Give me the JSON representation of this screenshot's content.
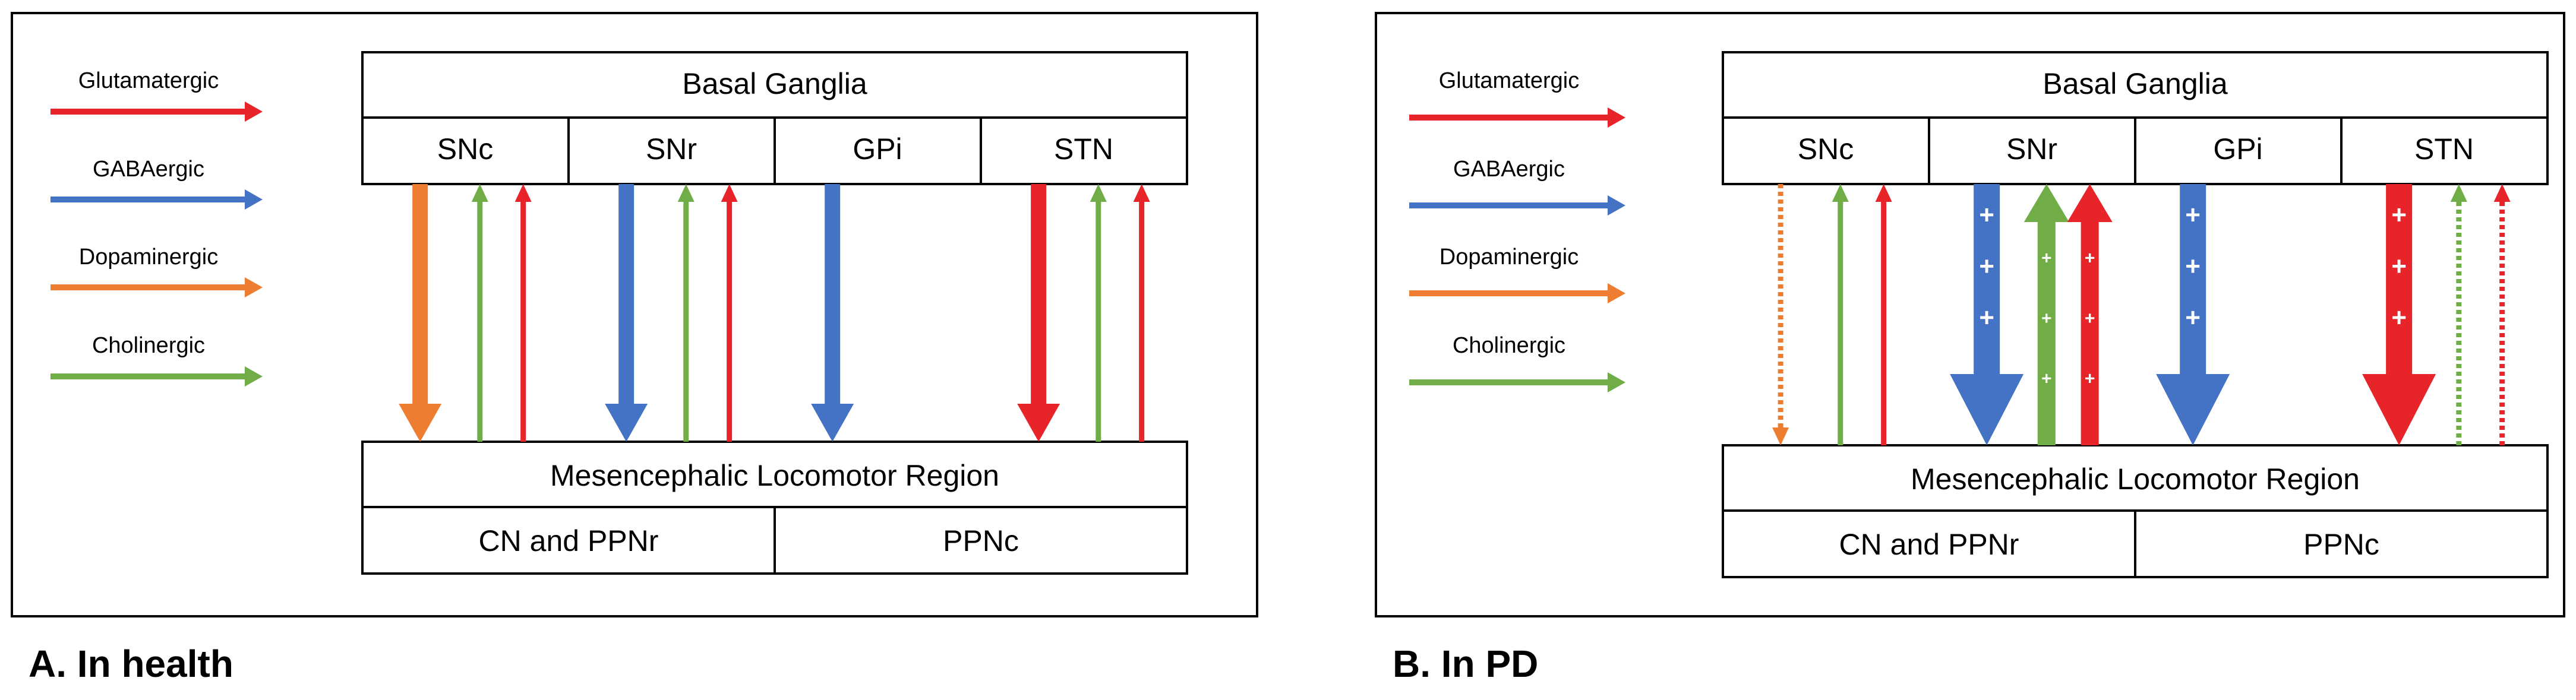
{
  "colors": {
    "glutamatergic": "#e8242b",
    "gabaergic": "#4472c4",
    "dopaminergic": "#ed7d31",
    "cholinergic": "#70ad47",
    "border": "#000000"
  },
  "legend": [
    {
      "key": "glutamatergic",
      "label": "Glutamatergic"
    },
    {
      "key": "gabaergic",
      "label": "GABAergic"
    },
    {
      "key": "dopaminergic",
      "label": "Dopaminergic"
    },
    {
      "key": "cholinergic",
      "label": "Cholinergic"
    }
  ],
  "structures": {
    "basal_ganglia": "Basal Ganglia",
    "nuclei": [
      "SNc",
      "SNr",
      "GPi",
      "STN"
    ],
    "mlr": "Mesencephalic Locomotor Region",
    "mlr_parts": [
      "CN and PPNr",
      "PPNc"
    ]
  },
  "panels": [
    {
      "id": "health",
      "caption": "A. In health",
      "arrows": [
        {
          "nucleus": 0,
          "offset": 0,
          "type": "dopaminergic",
          "direction": "down",
          "weight": "medium",
          "style": "solid"
        },
        {
          "nucleus": 0,
          "offset": 1,
          "type": "cholinergic",
          "direction": "up",
          "weight": "thin",
          "style": "solid"
        },
        {
          "nucleus": 0,
          "offset": 2,
          "type": "glutamatergic",
          "direction": "up",
          "weight": "thin",
          "style": "solid"
        },
        {
          "nucleus": 1,
          "offset": 0,
          "type": "gabaergic",
          "direction": "down",
          "weight": "medium",
          "style": "solid"
        },
        {
          "nucleus": 1,
          "offset": 1,
          "type": "cholinergic",
          "direction": "up",
          "weight": "thin",
          "style": "solid"
        },
        {
          "nucleus": 1,
          "offset": 2,
          "type": "glutamatergic",
          "direction": "up",
          "weight": "thin",
          "style": "solid"
        },
        {
          "nucleus": 2,
          "offset": 0,
          "type": "gabaergic",
          "direction": "down",
          "weight": "medium",
          "style": "solid"
        },
        {
          "nucleus": 3,
          "offset": 0,
          "type": "glutamatergic",
          "direction": "down",
          "weight": "medium",
          "style": "solid"
        },
        {
          "nucleus": 3,
          "offset": 1,
          "type": "cholinergic",
          "direction": "up",
          "weight": "thin",
          "style": "solid"
        },
        {
          "nucleus": 3,
          "offset": 2,
          "type": "glutamatergic",
          "direction": "up",
          "weight": "thin",
          "style": "solid"
        }
      ]
    },
    {
      "id": "pd",
      "caption": "B. In PD",
      "arrows": [
        {
          "nucleus": 0,
          "offset": 0,
          "type": "dopaminergic",
          "direction": "down",
          "weight": "thin",
          "style": "dotted"
        },
        {
          "nucleus": 0,
          "offset": 1,
          "type": "cholinergic",
          "direction": "up",
          "weight": "thin",
          "style": "solid"
        },
        {
          "nucleus": 0,
          "offset": 2,
          "type": "glutamatergic",
          "direction": "up",
          "weight": "thin",
          "style": "solid"
        },
        {
          "nucleus": 1,
          "offset": 0,
          "type": "gabaergic",
          "direction": "down",
          "weight": "thick",
          "style": "solid",
          "marks": "+",
          "mark_count": 3
        },
        {
          "nucleus": 1,
          "offset": 1,
          "type": "cholinergic",
          "direction": "up",
          "weight": "bold",
          "style": "solid",
          "marks": "+",
          "mark_count": 3
        },
        {
          "nucleus": 1,
          "offset": 2,
          "type": "glutamatergic",
          "direction": "up",
          "weight": "bold",
          "style": "solid",
          "marks": "+",
          "mark_count": 3
        },
        {
          "nucleus": 2,
          "offset": 0,
          "type": "gabaergic",
          "direction": "down",
          "weight": "thick",
          "style": "solid",
          "marks": "+",
          "mark_count": 3
        },
        {
          "nucleus": 3,
          "offset": 0,
          "type": "glutamatergic",
          "direction": "down",
          "weight": "thick",
          "style": "solid",
          "marks": "+",
          "mark_count": 3
        },
        {
          "nucleus": 3,
          "offset": 1,
          "type": "cholinergic",
          "direction": "up",
          "weight": "thin",
          "style": "dotted"
        },
        {
          "nucleus": 3,
          "offset": 2,
          "type": "glutamatergic",
          "direction": "up",
          "weight": "thin",
          "style": "dotted"
        }
      ]
    }
  ]
}
